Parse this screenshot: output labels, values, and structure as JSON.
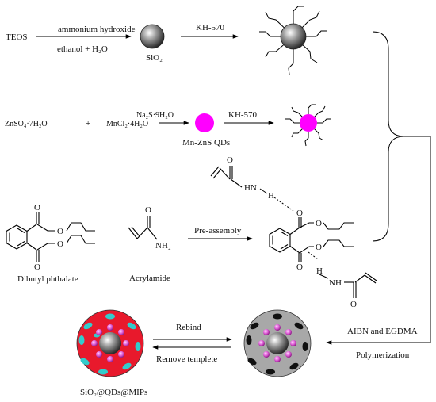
{
  "scheme": {
    "row1": {
      "reactant": "TEOS",
      "reagent_top": "ammonium hydroxide",
      "reagent_bottom": "ethanol  +  H₂O",
      "product": "SiO₂",
      "step2_reagent": "KH-570"
    },
    "row2": {
      "reactant1": "ZnSO₄·7H₂O",
      "plus": "+",
      "reactant2": "MnCl₂·4H₂O",
      "reagent": "Na₂S·9H₂O",
      "product": "Mn-ZnS QDs",
      "step2_reagent": "KH-570"
    },
    "row3": {
      "template": "Dibutyl phthalate",
      "monomer": "Acrylamide",
      "monomer_group": "NH₂",
      "arrow_label": "Pre-assembly",
      "atom_HN": "HN",
      "atom_H": "H",
      "atom_O": "O",
      "atom_NH": "NH"
    },
    "bottom": {
      "final_label": "SiO₂@QDs@MIPs",
      "arrow_top": "Rebind",
      "arrow_bottom": "Remove templete",
      "poly_top": "AIBN and EGDMA",
      "poly_bottom": "Polymerization"
    },
    "colors": {
      "qd": "#ff00ff",
      "mip_matrix": "#e8192c",
      "cavity": "#33cccc",
      "nip_matrix": "#a8a8a8",
      "silica_core": "#8a8a8a"
    }
  }
}
